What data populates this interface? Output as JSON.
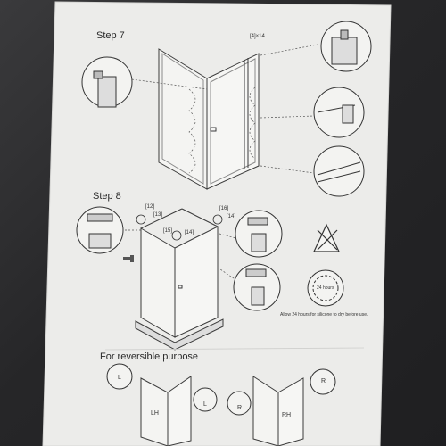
{
  "step7": {
    "title": "Step 7",
    "qty_label": "[4]×14"
  },
  "step8": {
    "title": "Step 8",
    "part_12": "[12]",
    "part_13": "[13]",
    "part_15": "[15]",
    "part_14_left": "[14]",
    "part_16": "[16]",
    "part_14_right": "[14]",
    "cure_time": "24 hours",
    "cure_note": "Allow 24 hours for silicone to dry before use."
  },
  "reversible": {
    "title": "For reversible purpose",
    "left_bubble": "L",
    "left_enclosure": "LH",
    "left_part": "L",
    "right_part": "R",
    "right_enclosure": "RH",
    "right_bubble": "R"
  },
  "icons": [
    "silicone-gun-icon",
    "no-water-warning-icon",
    "clock-icon",
    "magnifier-callout-icon"
  ],
  "colors": {
    "paper": "#eeeeec",
    "ink": "#3a3a3a",
    "background": "#2b2b2d"
  }
}
